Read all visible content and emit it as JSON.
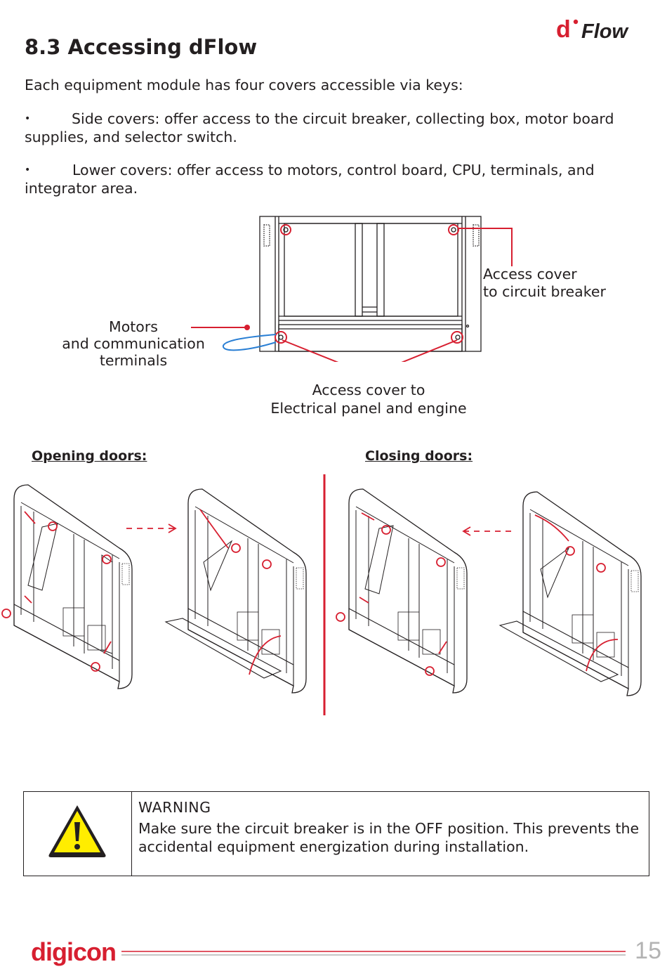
{
  "header": {
    "brand_logo_letter": "d",
    "brand_logo_word": "Flow",
    "brand_color": "#d71f30"
  },
  "section": {
    "title": "8.3 Accessing dFlow",
    "intro": "Each equipment module has four covers accessible via keys:",
    "bullets": [
      {
        "marker": "•",
        "line1": "Side covers: offer access to the circuit  breaker, collecting box, motor board",
        "line2": "supplies, and selector switch."
      },
      {
        "marker": "•",
        "line1": "Lower covers: offer access to motors, control board, CPU, terminals, and",
        "line2": "integrator area."
      }
    ]
  },
  "figure_labels": {
    "access_circuit_breaker": [
      "Access cover",
      "to circuit  breaker"
    ],
    "motors_terminals": [
      "Motors",
      "and communication",
      "terminals"
    ],
    "access_electrical_panel": [
      "Access cover to",
      "Electrical panel and engine"
    ]
  },
  "doors": {
    "opening_heading": "Opening doors:",
    "closing_heading": "Closing doors:"
  },
  "warning": {
    "icon": "warning-triangle-icon",
    "title": "WARNING",
    "line1": "Make sure the circuit breaker is in the OFF position. This prevents the",
    "line2": "accidental equipment energization during installation."
  },
  "footer": {
    "brand": "digicon",
    "page_number": "15",
    "accent_color": "#d71f30"
  }
}
